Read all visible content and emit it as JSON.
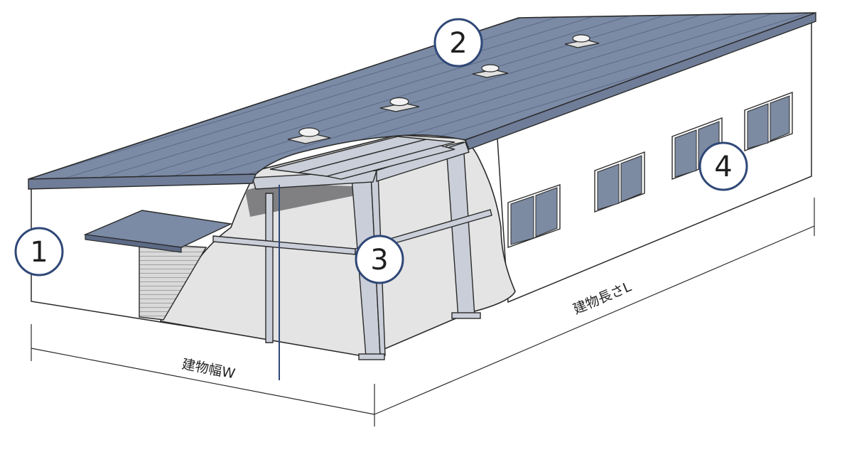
{
  "badges": [
    "1",
    "2",
    "3",
    "4"
  ],
  "dimensions": {
    "width_label": "建物幅W",
    "length_label": "建物長さL"
  },
  "colors": {
    "roof": "#7b8aa5",
    "roof_edge": "#5c6a86",
    "wall": "#ffffff",
    "interior": "#e4e4e4",
    "steel": "#c9ced8",
    "window": "#7c8aa2",
    "badge_stroke": "#2f4877",
    "line": "#2a2a2a"
  }
}
